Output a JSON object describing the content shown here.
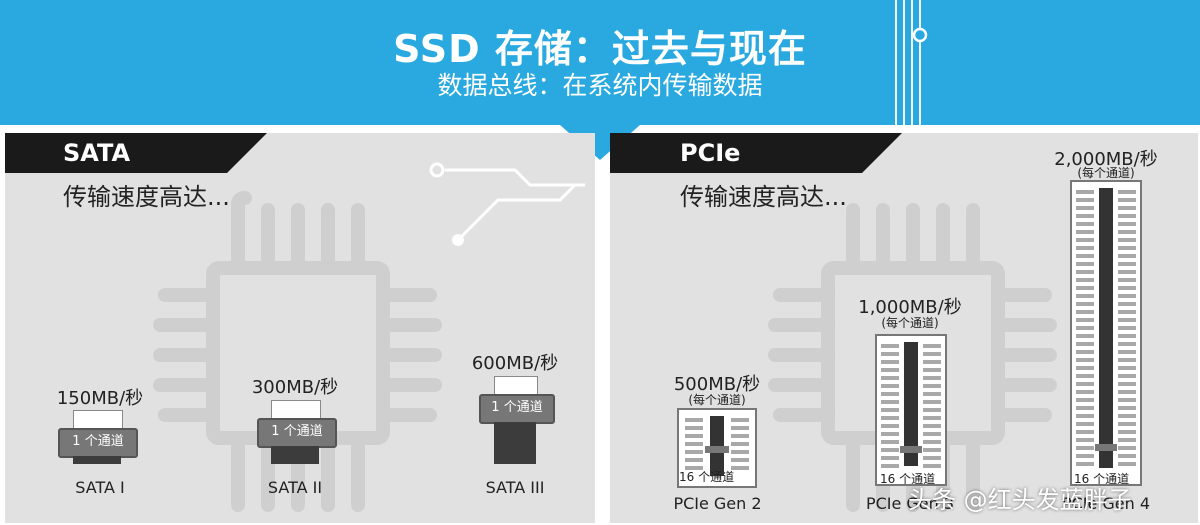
{
  "header": {
    "title": "SSD 存储：过去与现在",
    "subtitle": "数据总线：在系统内传输数据",
    "color": "#29a9df"
  },
  "sata": {
    "tag": "SATA",
    "subtitle": "传输速度高达...",
    "items": [
      {
        "speed": "150MB/秒",
        "lanes": "1 个通道",
        "name": "SATA I"
      },
      {
        "speed": "300MB/秒",
        "lanes": "1 个通道",
        "name": "SATA II"
      },
      {
        "speed": "600MB/秒",
        "lanes": "1 个通道",
        "name": "SATA III"
      }
    ]
  },
  "pcie": {
    "tag": "PCIe",
    "subtitle": "传输速度高达...",
    "items": [
      {
        "speed": "500MB/秒",
        "per_lane": "(每个通道)",
        "lanes": "16 个通道",
        "name": "PCIe Gen 2"
      },
      {
        "speed": "1,000MB/秒",
        "per_lane": "(每个通道)",
        "lanes": "16 个通道",
        "name": "PCIe Gen 3"
      },
      {
        "speed": "2,000MB/秒",
        "per_lane": "(每个通道)",
        "lanes": "16 个通道",
        "name": "PCIe Gen 4"
      }
    ]
  },
  "watermark": "头条 @红头发蓝胖子"
}
